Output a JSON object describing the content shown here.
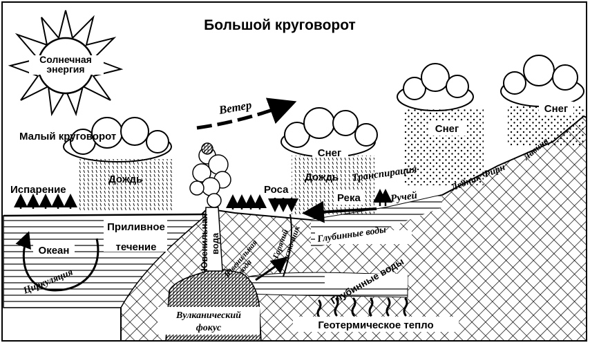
{
  "title": "Большой круговорот",
  "labels": {
    "sun_line1": "Солнечная",
    "sun_line2": "энергия",
    "small_cycle": "Малый круговорот",
    "wind": "Ветер",
    "evaporation": "Испарение",
    "rain_left": "Дождь",
    "dew": "Роса",
    "snow_mid": "Снег",
    "rain_mid": "Дождь",
    "transpiration": "Транспирация",
    "snow_right1": "Снег",
    "snow_right2": "Снег",
    "glacier": "Ледник Фирн",
    "avalanche": "Лавина",
    "river": "Река",
    "stream": "Ручей",
    "tidal_line1": "Приливное",
    "tidal_line2": "течение",
    "ocean": "Океан",
    "circulation": "Циркуляция",
    "juvenile_line1": "Ювенильная",
    "juvenile_line2": "вода",
    "juvenile_small_line1": "Ювенильная",
    "juvenile_small_line2": "вода",
    "hot_springs_line1": "Горячий",
    "hot_springs_line2": "источник",
    "groundwater_upper": "Глубинные воды",
    "groundwater_lower": "Глубинные воды",
    "volcanic_line1": "Вулканический",
    "volcanic_line2": "фокус",
    "geothermal": "Геотермическое тепло"
  },
  "colors": {
    "ink": "#000000",
    "paper": "#ffffff"
  },
  "icons": [
    "sun-icon",
    "cloud-icon",
    "volcano-plume-icon",
    "arrow-up-icon",
    "arrow-down-icon"
  ]
}
